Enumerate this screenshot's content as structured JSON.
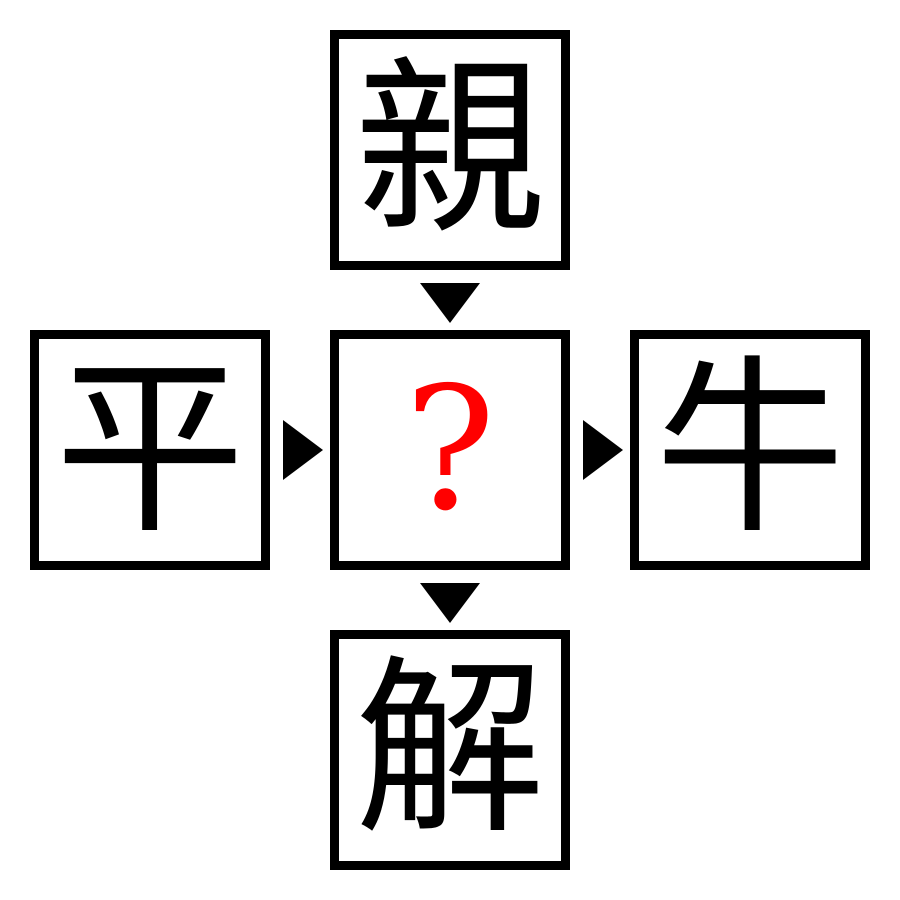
{
  "puzzle": {
    "top": "親",
    "left": "平",
    "center": "?",
    "right": "牛",
    "bottom": "解"
  },
  "colors": {
    "question": "#ff0000",
    "border": "#000000"
  }
}
